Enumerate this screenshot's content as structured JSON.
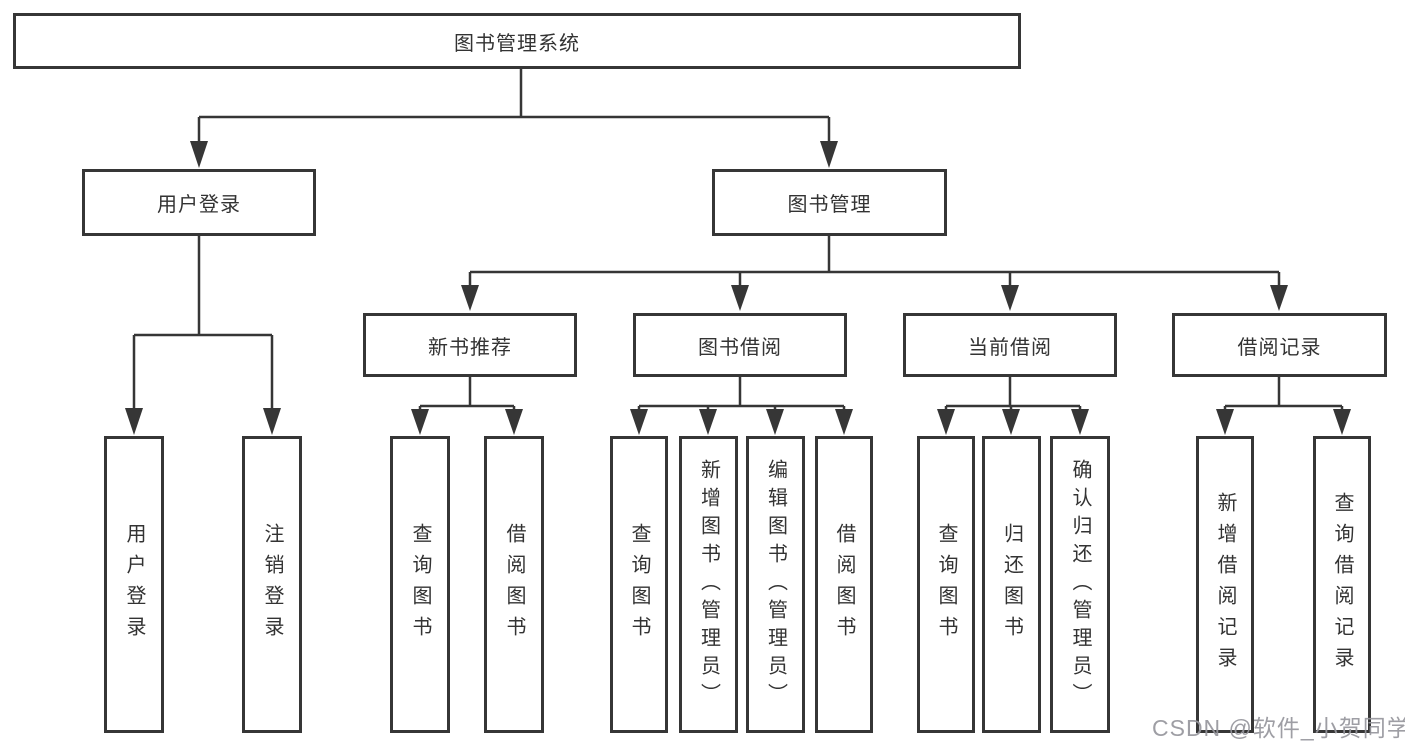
{
  "tree": {
    "label": "图书管理系统",
    "children": [
      {
        "label": "用户登录",
        "children": [
          {
            "label": "用户登录"
          },
          {
            "label": "注销登录"
          }
        ]
      },
      {
        "label": "图书管理",
        "children": [
          {
            "label": "新书推荐",
            "children": [
              {
                "label": "查询图书"
              },
              {
                "label": "借阅图书"
              }
            ]
          },
          {
            "label": "图书借阅",
            "children": [
              {
                "label": "查询图书"
              },
              {
                "label": "新增图书（管理员）"
              },
              {
                "label": "编辑图书（管理员）"
              },
              {
                "label": "借阅图书"
              }
            ]
          },
          {
            "label": "当前借阅",
            "children": [
              {
                "label": "查询图书"
              },
              {
                "label": "归还图书"
              },
              {
                "label": "确认归还（管理员）"
              }
            ]
          },
          {
            "label": "借阅记录",
            "children": [
              {
                "label": "新增借阅记录"
              },
              {
                "label": "查询借阅记录"
              }
            ]
          }
        ]
      }
    ]
  },
  "watermark": "CSDN @软件_小贺同学",
  "colors": {
    "line": "#363636",
    "text": "#333333",
    "box_background": "#ffffff",
    "watermark": "#9a9aa0",
    "page_background": "#ffffff"
  }
}
